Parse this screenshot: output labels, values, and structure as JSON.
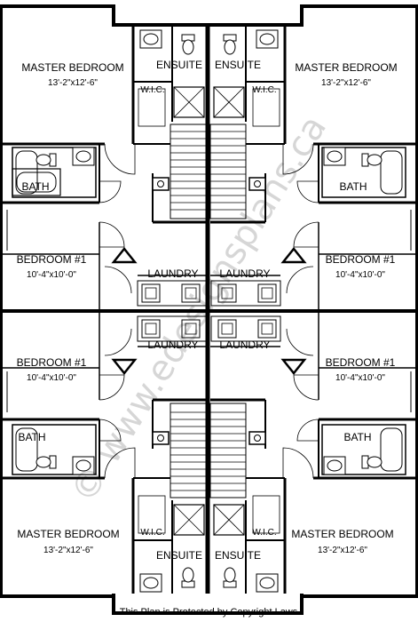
{
  "rooms": {
    "master_bedroom": "MASTER BEDROOM",
    "master_dim": "13'-2\"x12'-6\"",
    "ensuite": "ENSUITE",
    "wic": "W.I.C.",
    "bath": "BATH",
    "bedroom1": "BEDROOM #1",
    "bedroom1_dim": "10'-4\"x10'-0\"",
    "laundry": "LAUNDRY"
  },
  "watermark": "© www.edesignsplans.ca",
  "footer": "This Plan is Protected by Copyright Laws"
}
